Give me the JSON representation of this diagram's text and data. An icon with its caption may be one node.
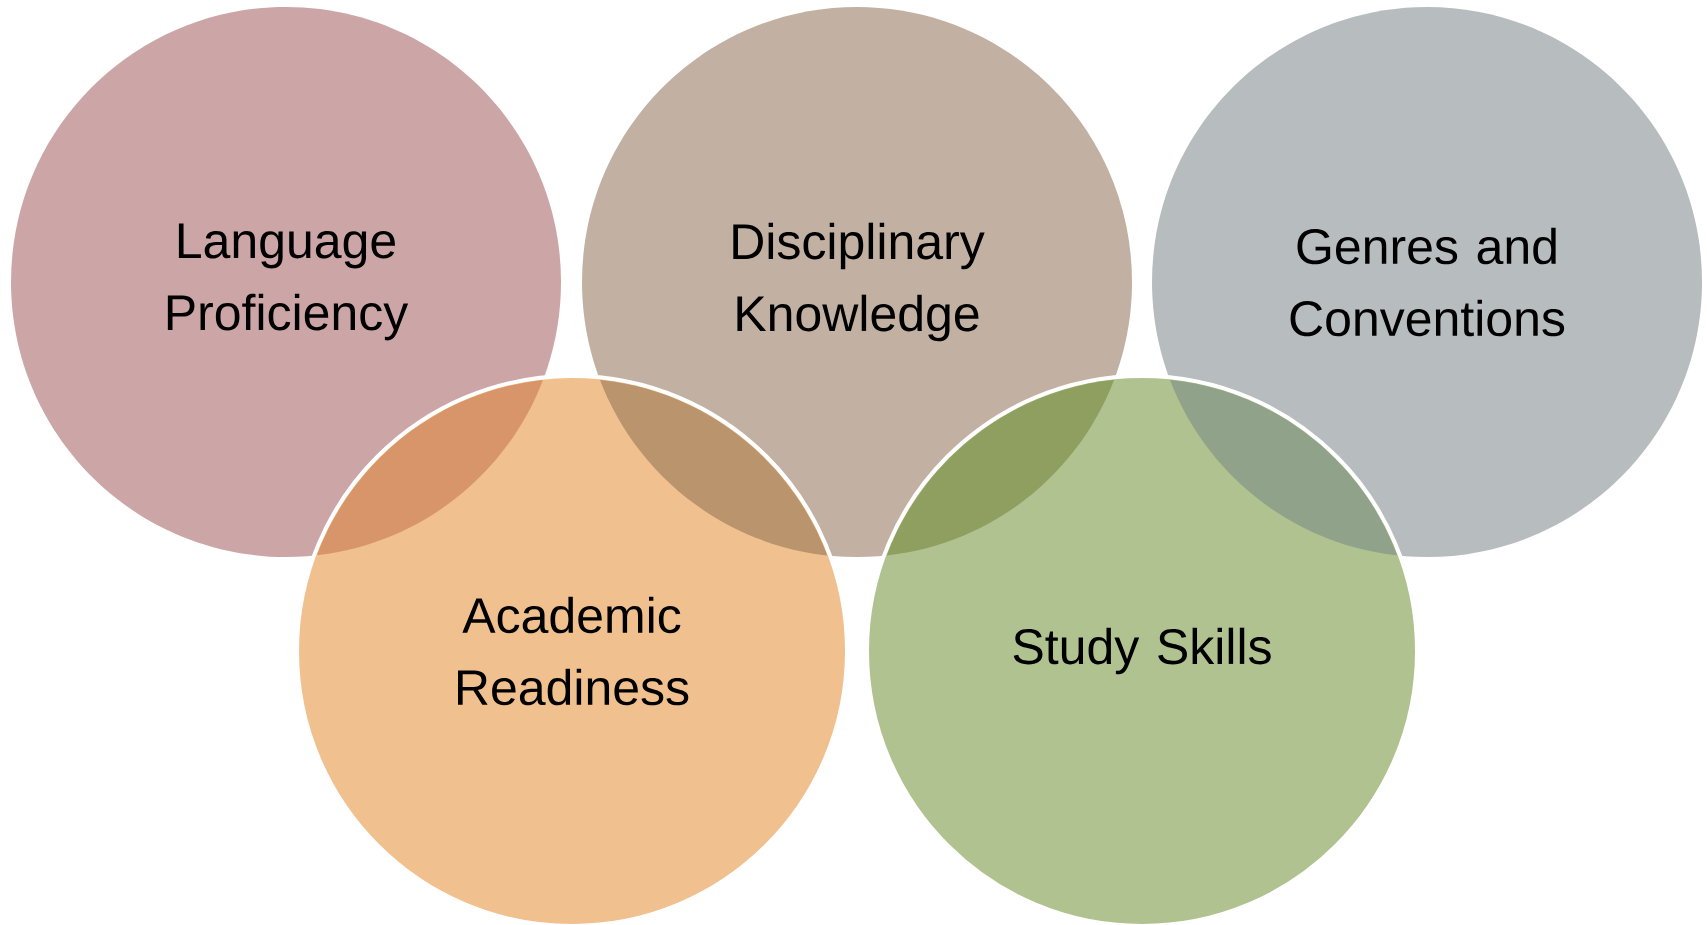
{
  "diagram": {
    "nodes": [
      {
        "text": [
          "Language Proficiency"
        ]
      },
      {
        "text": [
          "Disciplinary Knowledge"
        ]
      },
      {
        "text": [
          "Genres and Conventions"
        ]
      },
      {
        "text": [
          "Academic Readiness"
        ]
      },
      {
        "text": [
          "Study Skills"
        ]
      }
    ]
  }
}
